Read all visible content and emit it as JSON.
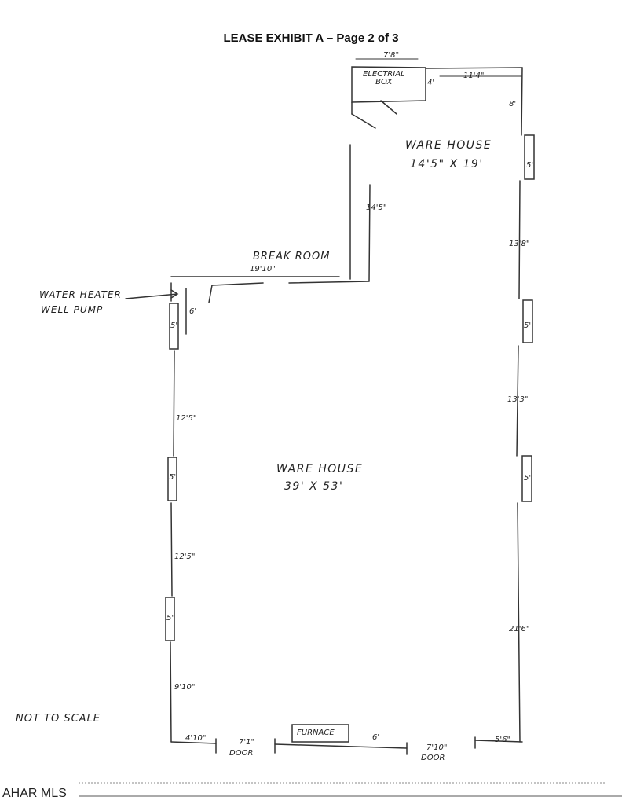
{
  "document": {
    "title": "LEASE EXHIBIT A – Page 2 of 3",
    "footer": "AHAR MLS"
  },
  "rooms": {
    "electrical_box": "ELECTRIAL\nBOX",
    "warehouse_upper_name": "WARE HOUSE",
    "warehouse_upper_size": "14'5\" X 19'",
    "break_room": "BREAK ROOM",
    "warehouse_main_name": "WARE HOUSE",
    "warehouse_main_size": "39' X 53'",
    "water_heater": "WATER HEATER",
    "well_pump": "WELL PUMP",
    "furnace": "FURNACE",
    "not_to_scale": "NOT TO SCALE"
  },
  "dimensions": {
    "top_width": "7'8\"",
    "top_right": "11'4\"",
    "box_4": "4'",
    "right_8": "8'",
    "window_5": "5'",
    "upper_inner_wall": "14'5\"",
    "right_13_8": "13'8\"",
    "right_13_3": "13'3\"",
    "right_21_6": "21'6\"",
    "break_width": "19'10\"",
    "left_6": "6'",
    "left_12_5_a": "12'5\"",
    "left_12_5_b": "12'5\"",
    "left_9_10": "9'10\"",
    "bottom_4_10": "4'10\"",
    "bottom_7_1": "7'1\"",
    "door": "DOOR",
    "bottom_6": "6'",
    "bottom_7_10": "7'10\"",
    "bottom_5_6": "5'6\""
  }
}
